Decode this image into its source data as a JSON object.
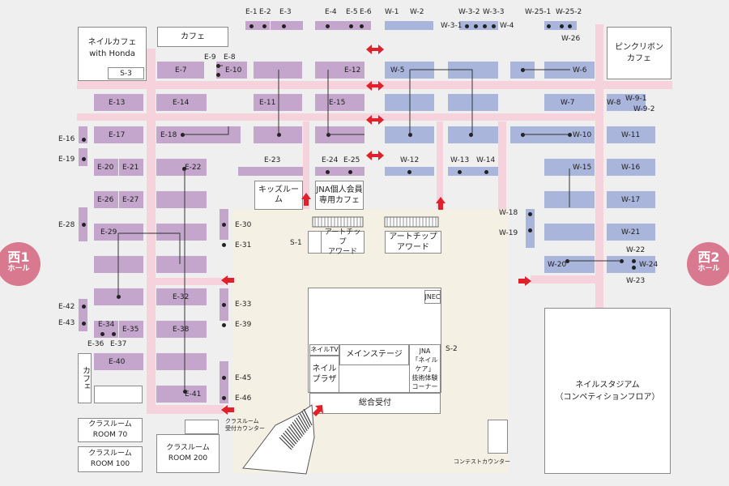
{
  "halls": {
    "west1_name": "西1",
    "west1_sub": "ホール",
    "west2_name": "西2",
    "west2_sub": "ホール"
  },
  "facilities": {
    "nail_cafe": "ネイルカフェ\nwith Honda",
    "s3": "S-3",
    "cafe_top": "カフェ",
    "pink_ribbon_cafe": "ピンクリボン\nカフェ",
    "kids_room": "キッズルーム",
    "jna_members_cafe": "JNA個人会員\n専用カフェ",
    "art_tip_award_1": "アートチップ\nアワード",
    "art_tip_award_2": "アートチップ\nアワード",
    "s1": "S-1",
    "s2": "S-2",
    "jnec": "JNEC",
    "nail_tv": "ネイルTV",
    "main_stage": "メインステージ",
    "nail_plaza": "ネイル\nプラザ",
    "jna_experience": "JNA\n「ネイルケア」\n技術体験\nコーナー",
    "general_reception": "総合受付",
    "nail_stadium": "ネイルスタジアム\n（コンペティションフロア）",
    "cafe_side": "カフェ",
    "classroom_70": "クラスルーム\nROOM 70",
    "classroom_100": "クラスルーム\nROOM 100",
    "classroom_200": "クラスルーム\nROOM 200",
    "classroom_reception": "クラスルーム\n受付カウンター",
    "contest_counter": "コンテストカウンター"
  },
  "booths": {
    "inside": [
      "E-7",
      "E-10",
      "E-11",
      "E-12",
      "E-13",
      "E-14",
      "E-15",
      "E-17",
      "E-18",
      "E-20",
      "E-21",
      "E-22",
      "E-26",
      "E-27",
      "E-29",
      "E-32",
      "E-35",
      "E-38",
      "E-40",
      "E-41",
      "W-5",
      "W-6",
      "W-7",
      "W-8",
      "W-9-1",
      "W-9-2",
      "W-10",
      "W-11",
      "W-15",
      "W-16",
      "W-17",
      "W-20",
      "W-21",
      "W-22",
      "W-23",
      "W-24"
    ],
    "outside": [
      "E-1",
      "E-2",
      "E-3",
      "E-4",
      "E-5",
      "E-6",
      "E-8",
      "E-9",
      "E-16",
      "E-19",
      "E-23",
      "E-24",
      "E-25",
      "E-28",
      "E-30",
      "E-31",
      "E-33",
      "E-34",
      "E-36",
      "E-37",
      "E-39",
      "E-42",
      "E-43",
      "E-45",
      "E-46",
      "W-1",
      "W-2",
      "W-3-1",
      "W-3-2",
      "W-3-3",
      "W-4",
      "W-12",
      "W-13",
      "W-14",
      "W-18",
      "W-19",
      "W-25-1",
      "W-25-2",
      "W-26"
    ]
  },
  "colors": {
    "east_booth": "#c4a6cd",
    "west_booth": "#aab5dc",
    "aisle": "#f6d3dc",
    "hall_badge": "#d8798f",
    "arrow": "#e0202a"
  }
}
